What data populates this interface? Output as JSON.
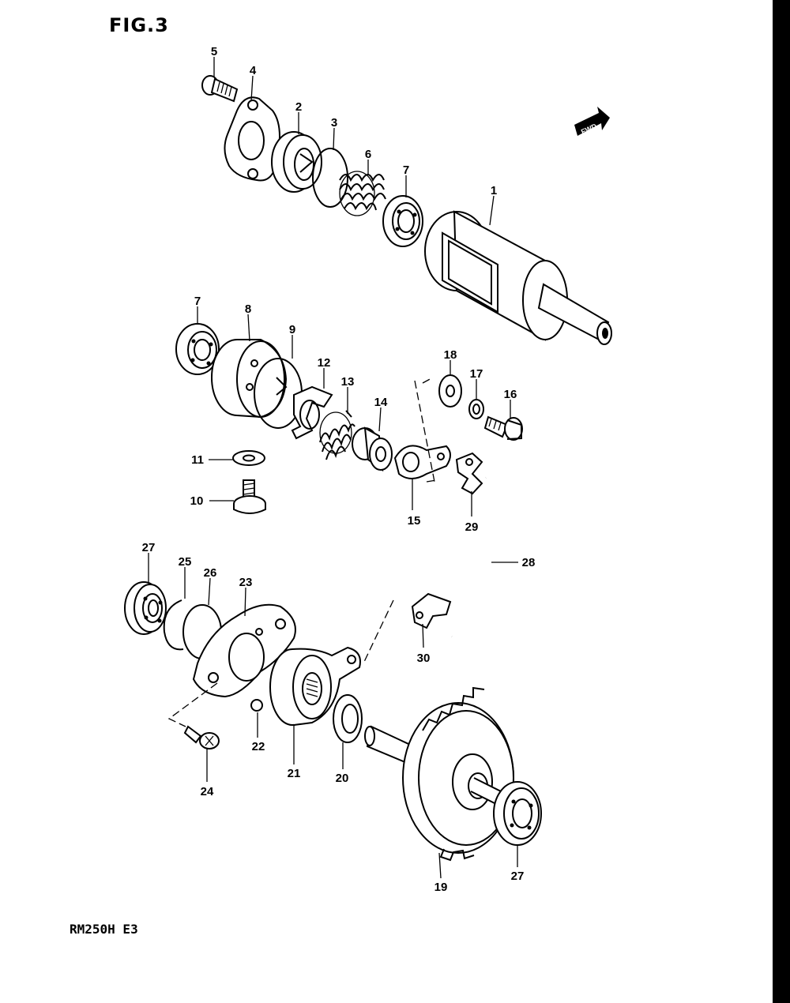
{
  "figure": {
    "title": "FIG.3",
    "model_code": "RM250H E3",
    "fwd_label": "FWD"
  },
  "parts": [
    {
      "id": "p1",
      "label": "1"
    },
    {
      "id": "p2",
      "label": "2"
    },
    {
      "id": "p3",
      "label": "3"
    },
    {
      "id": "p4",
      "label": "4"
    },
    {
      "id": "p5",
      "label": "5"
    },
    {
      "id": "p6",
      "label": "6"
    },
    {
      "id": "p7a",
      "label": "7"
    },
    {
      "id": "p7b",
      "label": "7"
    },
    {
      "id": "p8",
      "label": "8"
    },
    {
      "id": "p9",
      "label": "9"
    },
    {
      "id": "p10",
      "label": "10"
    },
    {
      "id": "p11",
      "label": "11"
    },
    {
      "id": "p12",
      "label": "12"
    },
    {
      "id": "p13",
      "label": "13"
    },
    {
      "id": "p14",
      "label": "14"
    },
    {
      "id": "p15",
      "label": "15"
    },
    {
      "id": "p16",
      "label": "16"
    },
    {
      "id": "p17",
      "label": "17"
    },
    {
      "id": "p18",
      "label": "18"
    },
    {
      "id": "p19",
      "label": "19"
    },
    {
      "id": "p20",
      "label": "20"
    },
    {
      "id": "p21",
      "label": "21"
    },
    {
      "id": "p22",
      "label": "22"
    },
    {
      "id": "p23",
      "label": "23"
    },
    {
      "id": "p24",
      "label": "24"
    },
    {
      "id": "p25",
      "label": "25"
    },
    {
      "id": "p26",
      "label": "26"
    },
    {
      "id": "p27a",
      "label": "27"
    },
    {
      "id": "p27b",
      "label": "27"
    },
    {
      "id": "p28",
      "label": "28"
    },
    {
      "id": "p29",
      "label": "29"
    },
    {
      "id": "p30",
      "label": "30"
    }
  ]
}
